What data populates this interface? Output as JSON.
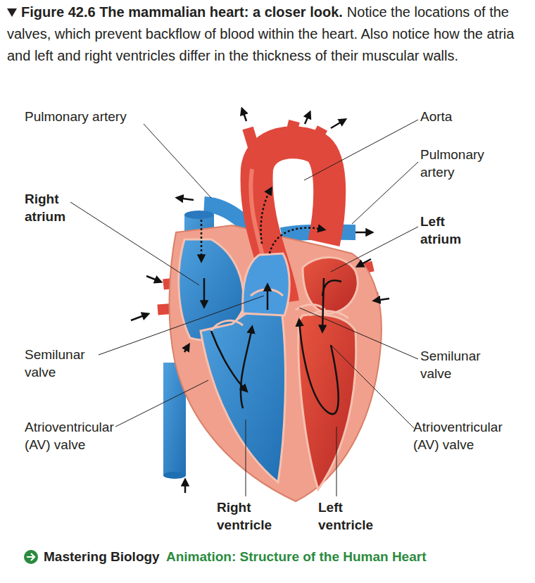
{
  "diagram": {
    "title": "Figure 42.6 The mammalian heart: a closer look.",
    "caption": "Notice the locations of the valves, which prevent backflow of blood within the heart. Also notice how the atria and left and right ventricles differ in the thickness of their muscular walls.",
    "labels": [
      "Pulmonary artery",
      "Aorta",
      "Pulmonary artery",
      "Right atrium",
      "Left atrium",
      "Semilunar valve",
      "Semilunar valve",
      "Atrioventricular (AV) valve",
      "Atrioventricular (AV) valve",
      "Right ventricle",
      "Left ventricle",
      "Mastering Biology",
      "Animation: Structure of the Human Heart"
    ]
  }
}
